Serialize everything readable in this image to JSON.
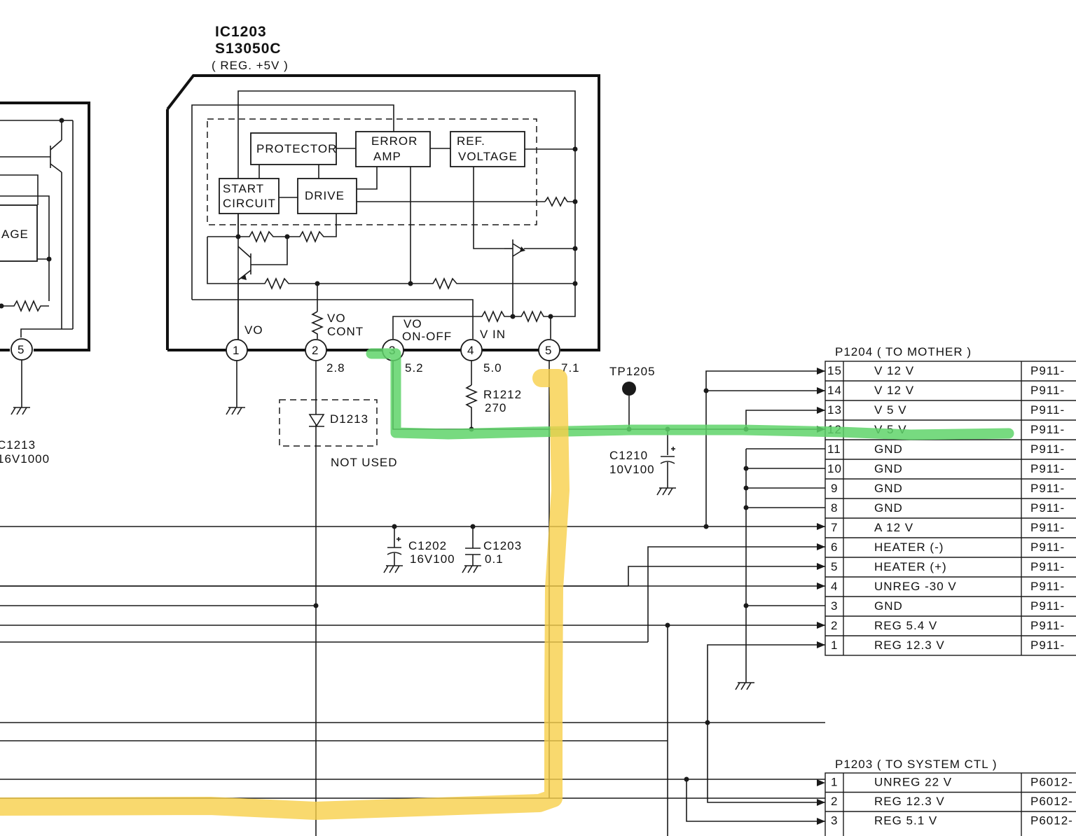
{
  "ic": {
    "ref": "IC1203",
    "part": "S13050C",
    "function": "( REG. +5V )",
    "blocks": {
      "protector": "PROTECTOR",
      "error_amp_1": "ERROR",
      "error_amp_2": "AMP",
      "ref_voltage_1": "REF.",
      "ref_voltage_2": "VOLTAGE",
      "start_circuit_1": "START",
      "start_circuit_2": "CIRCUIT",
      "drive": "DRIVE"
    },
    "pins": [
      {
        "num": "1",
        "name": "VO",
        "voltage": ""
      },
      {
        "num": "2",
        "name_1": "VO",
        "name_2": "CONT",
        "voltage": "2.8"
      },
      {
        "num": "3",
        "name_1": "VO",
        "name_2": "ON-OFF",
        "voltage": "5.2"
      },
      {
        "num": "4",
        "name": "V IN",
        "voltage": "5.0"
      },
      {
        "num": "5",
        "name": "",
        "voltage": "7.1"
      }
    ]
  },
  "left_ic": {
    "partial_label": "AGE",
    "pin": "5"
  },
  "components": {
    "c1213_ref": "C1213",
    "c1213_val": "16V1000",
    "d1213": "D1213",
    "not_used": "NOT USED",
    "r1212_ref": "R1212",
    "r1212_val": "270",
    "tp1205": "TP1205",
    "c1210_ref": "C1210",
    "c1210_val": "10V100",
    "c1202_ref": "C1202",
    "c1202_val": "16V100",
    "c1203_ref": "C1203",
    "c1203_val": "0.1"
  },
  "p1204": {
    "title": "P1204  ( TO MOTHER )",
    "rows": [
      {
        "pin": "15",
        "signal": "V 12 V",
        "dest": "P911-"
      },
      {
        "pin": "14",
        "signal": "V 12 V",
        "dest": "P911-"
      },
      {
        "pin": "13",
        "signal": "V 5 V",
        "dest": "P911-"
      },
      {
        "pin": "12",
        "signal": "V 5 V",
        "dest": "P911-"
      },
      {
        "pin": "11",
        "signal": "GND",
        "dest": "P911-"
      },
      {
        "pin": "10",
        "signal": "GND",
        "dest": "P911-"
      },
      {
        "pin": "9",
        "signal": "GND",
        "dest": "P911-"
      },
      {
        "pin": "8",
        "signal": "GND",
        "dest": "P911-"
      },
      {
        "pin": "7",
        "signal": "A 12 V",
        "dest": "P911-"
      },
      {
        "pin": "6",
        "signal": "HEATER  (-)",
        "dest": "P911-"
      },
      {
        "pin": "5",
        "signal": "HEATER  (+)",
        "dest": "P911-"
      },
      {
        "pin": "4",
        "signal": "UNREG  -30 V",
        "dest": "P911-"
      },
      {
        "pin": "3",
        "signal": "GND",
        "dest": "P911-"
      },
      {
        "pin": "2",
        "signal": "REG  5.4 V",
        "dest": "P911-"
      },
      {
        "pin": "1",
        "signal": "REG  12.3 V",
        "dest": "P911-"
      }
    ]
  },
  "p1203": {
    "title": "P1203  ( TO SYSTEM CTL )",
    "rows": [
      {
        "pin": "1",
        "signal": "UNREG  22 V",
        "dest": "P6012-"
      },
      {
        "pin": "2",
        "signal": "REG  12.3 V",
        "dest": "P6012-"
      },
      {
        "pin": "3",
        "signal": "REG  5.1 V",
        "dest": "P6012-"
      }
    ]
  },
  "highlight_colors": {
    "green": "#5fd36a",
    "yellow": "#f7cf4a"
  }
}
